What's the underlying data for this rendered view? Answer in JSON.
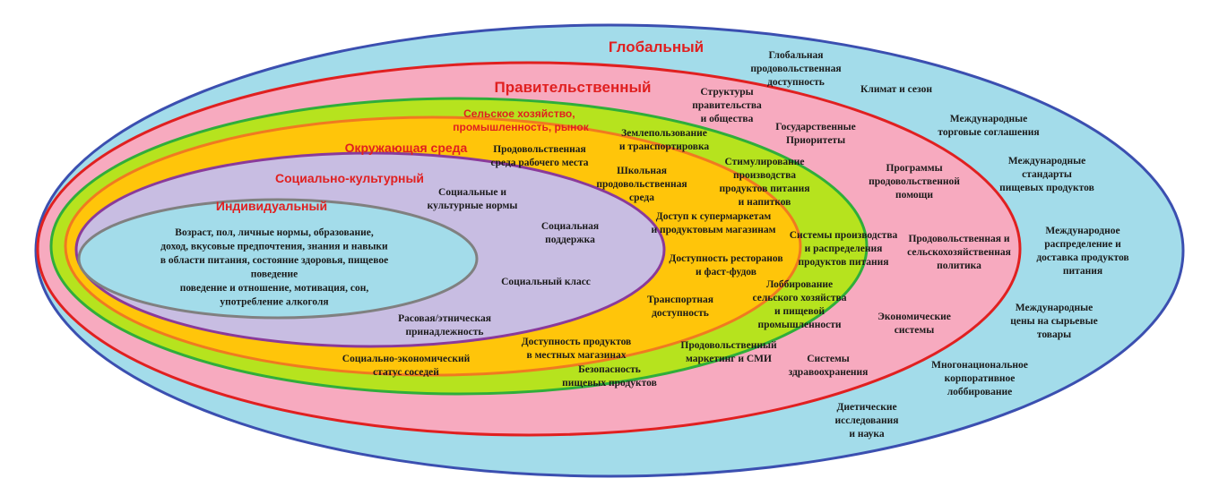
{
  "colors": {
    "global": "#a3dcea",
    "government": "#f7aabf",
    "agriculture": "#b6e31e",
    "environment": "#ffc50a",
    "socio": "#c8bde2",
    "individual": "#a3dcea",
    "global_border": "#3b4fb0",
    "government_border": "#e02020",
    "agriculture_border": "#2fae3a",
    "environment_border": "#f07a20",
    "socio_border": "#8a3a9a",
    "individual_border": "#808080",
    "level_title": "#e02020"
  },
  "levels": {
    "global": "Глобальный",
    "government": "Правительственный",
    "agriculture": [
      "Сельское хозяйство,",
      "промышленность, рынок"
    ],
    "environment": "Окружающая среда",
    "socio": "Социально-культурный",
    "individual": "Индивидуальный"
  },
  "labels": {
    "individual_factors": [
      "Возраст, пол, личные нормы, образование,",
      "доход, вкусовые предпочтения, знания и навыки",
      "в области питания, состояние здоровья, пищевое",
      "поведение",
      "поведение и отношение, мотивация, сон,",
      "употребление алкоголя"
    ],
    "social_norms": [
      "Социальные и",
      "культурные нормы"
    ],
    "social_support": [
      "Социальная",
      "поддержка"
    ],
    "social_class": [
      "Социальный класс"
    ],
    "ethnicity": [
      "Расовая/этническая",
      "принадлежность"
    ],
    "neighborhood_status": [
      "Социально-экономический",
      "статус соседей"
    ],
    "workplace_food": [
      "Продовольственная",
      "среда рабочего места"
    ],
    "school_food": [
      "Школьная",
      "продовольственная",
      "среда"
    ],
    "supermarket_access": [
      "Доступ к супермаркетам",
      "и продуктовым магазинам"
    ],
    "restaurant_access": [
      "Доступность ресторанов",
      "и фаст-фудов"
    ],
    "transport_access": [
      "Транспортная",
      "доступность"
    ],
    "local_stores": [
      "Доступность продуктов",
      "в местных магазинах"
    ],
    "food_safety": [
      "Безопасность",
      "пищевых продуктов"
    ],
    "land_use": [
      "Землепользование",
      "и транспортировка"
    ],
    "production_incentives": [
      "Стимулирование",
      "производства",
      "продуктов питания",
      "и напитков"
    ],
    "production_systems": [
      "Системы производства",
      "и распределения",
      "продуктов питания"
    ],
    "lobbying_agri": [
      "Лоббирование",
      "сельского хозяйства",
      "и пищевой",
      "промышленности"
    ],
    "food_marketing": [
      "Продовольственный",
      "маркетинг и СМИ"
    ],
    "govt_structures": [
      "Структуры",
      "правительства",
      "и общества"
    ],
    "state_priorities": [
      "Государственные",
      "Приоритеты"
    ],
    "food_aid": [
      "Программы",
      "продовольственной",
      "помощи"
    ],
    "food_agri_policy": [
      "Продовольственная и",
      "сельскохозяйственная",
      "политика"
    ],
    "economic_systems": [
      "Экономические",
      "системы"
    ],
    "health_systems": [
      "Системы",
      "здравоохранения"
    ],
    "global_food_access": [
      "Глобальная",
      "продовольственная",
      "доступность"
    ],
    "climate": [
      "Климат и сезон"
    ],
    "trade_agreements": [
      "Международные",
      "торговые соглашения"
    ],
    "food_standards": [
      "Международные",
      "стандарты",
      "пищевых продуктов"
    ],
    "intl_distribution": [
      "Международное",
      "распределение и",
      "доставка продуктов",
      "питания"
    ],
    "commodity_prices": [
      "Международные",
      "цены на сырьевые",
      "товары"
    ],
    "corporate_lobbying": [
      "Многонациональное",
      "корпоративное",
      "лоббирование"
    ],
    "diet_research": [
      "Диетические",
      "исследования",
      "и наука"
    ]
  }
}
